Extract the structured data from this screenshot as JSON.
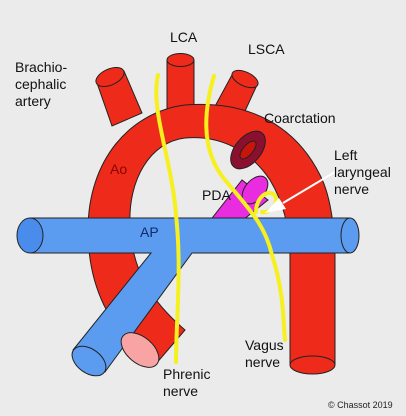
{
  "labels": {
    "brachiocephalic_line1": "Brachio-",
    "brachiocephalic_line2": "cephalic",
    "brachiocephalic_line3": "artery",
    "lca": "LCA",
    "lsca": "LSCA",
    "coarctation": "Coarctation",
    "left_laryngeal_line1": "Left",
    "left_laryngeal_line2": "laryngeal",
    "left_laryngeal_line3": "nerve",
    "ao": "Ao",
    "pda": "PDA",
    "ap": "AP",
    "vagus_line1": "Vagus",
    "vagus_line2": "nerve",
    "phrenic_line1": "Phrenic",
    "phrenic_line2": "nerve"
  },
  "copyright": "© Chassot 2019",
  "colors": {
    "background": "#ebebeb",
    "aorta": "#ee2a1b",
    "aorta_dark": "#c8140a",
    "aorta_end": "#f9a4a4",
    "pulmonary": "#5b9cf1",
    "pulmonary_end": "#3d82e6",
    "pda": "#ea2ce1",
    "coarctation": "#8b1030",
    "nerve": "#f5f01e",
    "arrow": "#ffffff"
  }
}
